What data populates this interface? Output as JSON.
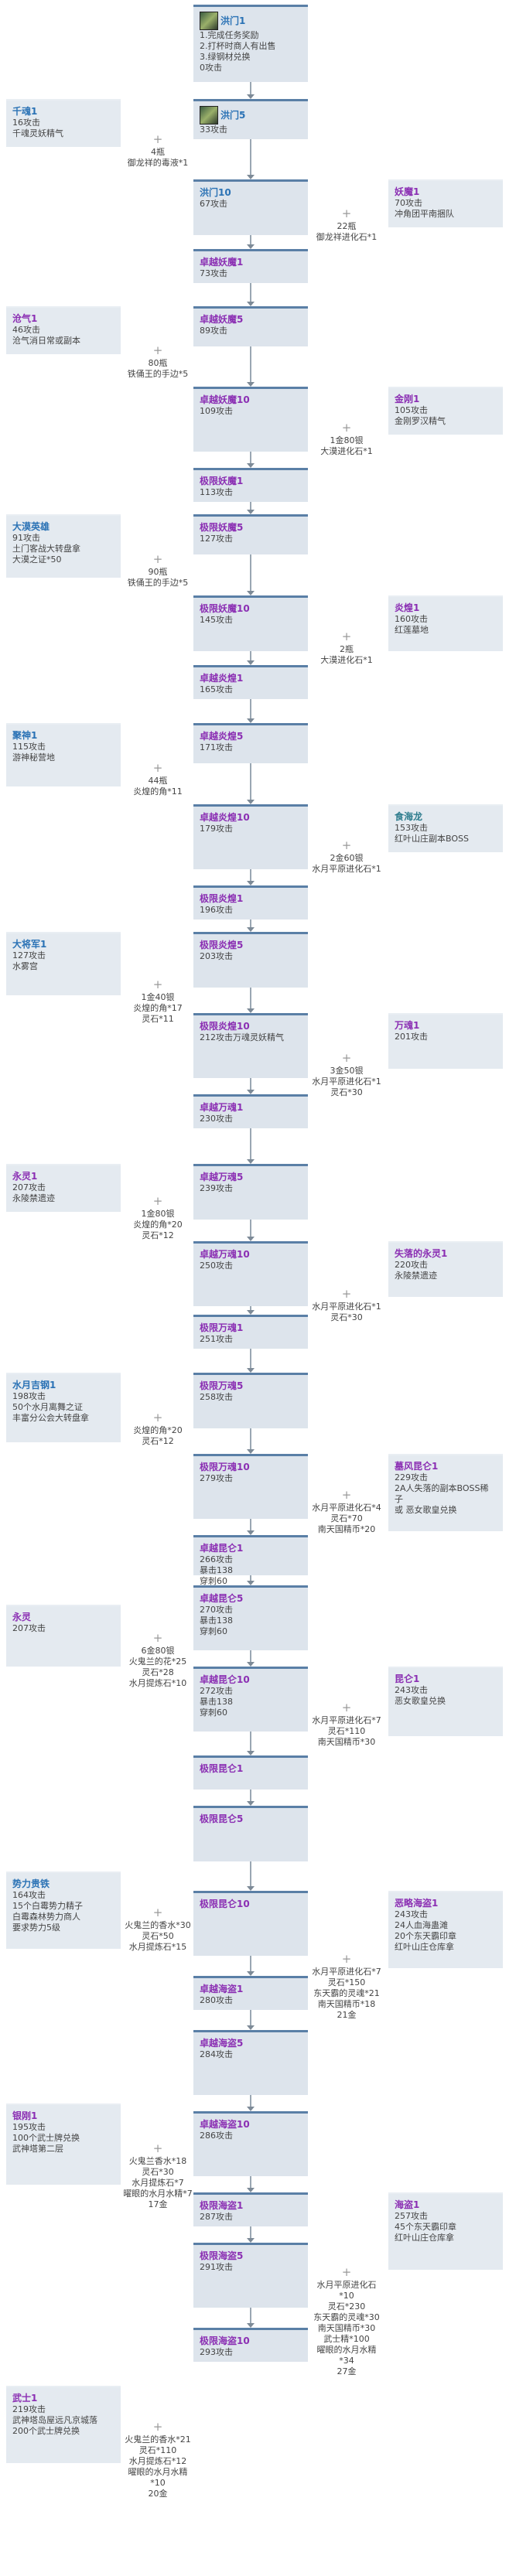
{
  "main": [
    {
      "title": "洪门1",
      "lines": [
        "1.完成任务奖励",
        "2.打杯时商人有出售",
        "3.绿钢材兑换",
        "0攻击"
      ],
      "icon": "weapon-icon",
      "color": "#2a72b5"
    },
    {
      "title": "洪门5",
      "lines": [
        "33攻击"
      ],
      "icon": "weapon-icon",
      "color": "#2a72b5"
    },
    {
      "title": "洪门10",
      "lines": [
        "67攻击"
      ],
      "color": "#2a72b5"
    },
    {
      "title": "卓越妖魔1",
      "lines": [
        "73攻击"
      ],
      "color": "#8b2fb3"
    },
    {
      "title": "卓越妖魔5",
      "lines": [
        "89攻击"
      ],
      "color": "#8b2fb3"
    },
    {
      "title": "卓越妖魔10",
      "lines": [
        "109攻击"
      ],
      "color": "#8b2fb3"
    },
    {
      "title": "极限妖魔1",
      "lines": [
        "113攻击"
      ],
      "color": "#8b2fb3"
    },
    {
      "title": "极限妖魔5",
      "lines": [
        "127攻击"
      ],
      "color": "#8b2fb3"
    },
    {
      "title": "极限妖魔10",
      "lines": [
        "145攻击"
      ],
      "color": "#8b2fb3"
    },
    {
      "title": "卓越炎煌1",
      "lines": [
        "165攻击"
      ],
      "color": "#8b2fb3"
    },
    {
      "title": "卓越炎煌5",
      "lines": [
        "171攻击"
      ],
      "color": "#8b2fb3"
    },
    {
      "title": "卓越炎煌10",
      "lines": [
        "179攻击"
      ],
      "color": "#8b2fb3"
    },
    {
      "title": "极限炎煌1",
      "lines": [
        "196攻击"
      ],
      "color": "#8b2fb3"
    },
    {
      "title": "极限炎煌5",
      "lines": [
        "203攻击"
      ],
      "color": "#8b2fb3"
    },
    {
      "title": "极限炎煌10",
      "lines": [
        "212攻击万魂灵妖精气"
      ],
      "color": "#8b2fb3"
    },
    {
      "title": "卓越万魂1",
      "lines": [
        "230攻击"
      ],
      "color": "#8b2fb3"
    },
    {
      "title": "卓越万魂5",
      "lines": [
        "239攻击"
      ],
      "color": "#8b2fb3"
    },
    {
      "title": "卓越万魂10",
      "lines": [
        "250攻击"
      ],
      "color": "#8b2fb3"
    },
    {
      "title": "极限万魂1",
      "lines": [
        "251攻击"
      ],
      "color": "#8b2fb3"
    },
    {
      "title": "极限万魂5",
      "lines": [
        "258攻击"
      ],
      "color": "#8b2fb3"
    },
    {
      "title": "极限万魂10",
      "lines": [
        "279攻击"
      ],
      "color": "#8b2fb3"
    },
    {
      "title": "卓越昆仑1",
      "lines": [
        "266攻击",
        "暴击138",
        "穿刺60"
      ],
      "color": "#8b2fb3"
    },
    {
      "title": "卓越昆仑5",
      "lines": [
        "270攻击",
        "暴击138",
        "穿刺60"
      ],
      "color": "#8b2fb3"
    },
    {
      "title": "卓越昆仑10",
      "lines": [
        "272攻击",
        "暴击138",
        "穿刺60"
      ],
      "color": "#8b2fb3"
    },
    {
      "title": "极限昆仑1",
      "lines": [],
      "color": "#8b2fb3"
    },
    {
      "title": "极限昆仑5",
      "lines": [],
      "color": "#8b2fb3"
    },
    {
      "title": "极限昆仑10",
      "lines": [],
      "color": "#8b2fb3"
    },
    {
      "title": "卓越海盗1",
      "lines": [
        "280攻击"
      ],
      "color": "#8b2fb3"
    },
    {
      "title": "卓越海盗5",
      "lines": [
        "284攻击"
      ],
      "color": "#8b2fb3"
    },
    {
      "title": "卓越海盗10",
      "lines": [
        "286攻击"
      ],
      "color": "#8b2fb3"
    },
    {
      "title": "极限海盗1",
      "lines": [
        "287攻击"
      ],
      "color": "#8b2fb3"
    },
    {
      "title": "极限海盗5",
      "lines": [
        "291攻击"
      ],
      "color": "#8b2fb3"
    },
    {
      "title": "极限海盗10",
      "lines": [
        "293攻击"
      ],
      "color": "#8b2fb3"
    }
  ],
  "side_left": [
    {
      "title": "千魂1",
      "lines": [
        "16攻击",
        "千魂灵妖精气"
      ],
      "color": "#2a72b5"
    },
    {
      "title": "沧气1",
      "lines": [
        "46攻击",
        "沧气消日常或副本"
      ],
      "color": "#8b2fb3"
    },
    {
      "title": "大漠英雄",
      "lines": [
        "91攻击",
        "土门客战大转盘拿",
        "大漠之证*50"
      ],
      "color": "#2a72b5"
    },
    {
      "title": "聚神1",
      "lines": [
        "115攻击",
        "游神秘营地"
      ],
      "color": "#2a72b5"
    },
    {
      "title": "大将军1",
      "lines": [
        "127攻击",
        "水雾宫"
      ],
      "color": "#2a72b5"
    },
    {
      "title": "永灵1",
      "lines": [
        "207攻击",
        "永陵禁遗迹"
      ],
      "color": "#8b2fb3"
    },
    {
      "title": "水月吉钢1",
      "lines": [
        "198攻击",
        "50个水月离舞之证",
        "丰富分公会大转盘拿"
      ],
      "color": "#2a72b5"
    },
    {
      "title": "永灵",
      "lines": [
        "207攻击"
      ],
      "color": "#8b2fb3"
    },
    {
      "title": "势力贵铁",
      "lines": [
        "164攻击",
        "15个白霉势力精子",
        "白霉森林势力商人",
        "要求势力5级"
      ],
      "color": "#2a72b5"
    },
    {
      "title": "银刚1",
      "lines": [
        "195攻击",
        "100个武士牌兑换",
        "武神塔第二层"
      ],
      "color": "#8b2fb3"
    },
    {
      "title": "武士1",
      "lines": [
        "219攻击",
        "武神塔岛屋远凡京城落",
        "200个武士牌兑换"
      ],
      "color": "#8b2fb3"
    }
  ],
  "side_right": [
    {
      "title": "妖魔1",
      "lines": [
        "70攻击",
        "冲角团平南捆队"
      ],
      "color": "#8b2fb3"
    },
    {
      "title": "金刚1",
      "lines": [
        "105攻击",
        "金刚罗汉精气"
      ],
      "color": "#8b2fb3"
    },
    {
      "title": "炎煌1",
      "lines": [
        "160攻击",
        "红莲墓地"
      ],
      "color": "#8b2fb3"
    },
    {
      "title": "食海龙",
      "lines": [
        "153攻击",
        "红叶山庄副本BOSS"
      ],
      "color": "#2f7d8e"
    },
    {
      "title": "万魂1",
      "lines": [
        "201攻击"
      ],
      "color": "#8b2fb3"
    },
    {
      "title": "失落的永灵1",
      "lines": [
        "220攻击",
        "永陵禁遗迹"
      ],
      "color": "#8b2fb3"
    },
    {
      "title": "墓风昆仑1",
      "lines": [
        "229攻击",
        "2A人失落的副本BOSS稀子",
        "或 恶女歌皇兑换"
      ],
      "color": "#8b2fb3"
    },
    {
      "title": "昆仑1",
      "lines": [
        "243攻击",
        "恶女歌皇兑换"
      ],
      "color": "#8b2fb3"
    },
    {
      "title": "恶略海盗1",
      "lines": [
        "243攻击",
        "24人血海蛊滩",
        "20个东天霸印章",
        "红叶山庄仓库拿"
      ],
      "color": "#8b2fb3"
    },
    {
      "title": "海盗1",
      "lines": [
        "257攻击",
        "45个东天霸印章",
        "红叶山庄仓库拿"
      ],
      "color": "#8b2fb3"
    }
  ],
  "costs_left": [
    {
      "lines": [
        "4瓶",
        "御龙祥的毒液*1"
      ]
    },
    {
      "lines": [
        "80瓶",
        "铁俑王的手边*5"
      ]
    },
    {
      "lines": [
        "90瓶",
        "铁俑王的手边*5"
      ]
    },
    {
      "lines": [
        "44瓶",
        "炎煌的角*11"
      ]
    },
    {
      "lines": [
        "1金40银",
        "炎煌的角*17",
        "灵石*11"
      ]
    },
    {
      "lines": [
        "1金80银",
        "炎煌的角*20",
        "灵石*12"
      ]
    },
    {
      "lines": [
        "炎煌的角*20",
        "灵石*12"
      ]
    },
    {
      "lines": [
        "6金80银",
        "火鬼兰的花*25",
        "灵石*28",
        "水月提炼石*10"
      ]
    },
    {
      "lines": [
        "火鬼兰的香水*30",
        "灵石*50",
        "水月提炼石*15"
      ]
    },
    {
      "lines": [
        "火鬼兰香水*18",
        "灵石*30",
        "水月提炼石*7",
        "曜眼的水月水精*7",
        "17金"
      ]
    },
    {
      "lines": [
        "火鬼兰的香水*21",
        "灵石*110",
        "水月提炼石*12",
        "曜眼的水月水精*10",
        "20金"
      ]
    }
  ],
  "costs_right": [
    {
      "lines": [
        "22瓶",
        "御龙祥进化石*1"
      ]
    },
    {
      "lines": [
        "1金80银",
        "大漠进化石*1"
      ]
    },
    {
      "lines": [
        "2瓶",
        "大漠进化石*1"
      ]
    },
    {
      "lines": [
        "2金60银",
        "水月平原进化石*1"
      ]
    },
    {
      "lines": [
        "3金50银",
        "水月平原进化石*1",
        "灵石*30"
      ]
    },
    {
      "lines": [
        "水月平原进化石*1",
        "灵石*30"
      ]
    },
    {
      "lines": [
        "水月平原进化石*4",
        "灵石*70",
        "南天国精币*20"
      ]
    },
    {
      "lines": [
        "水月平原进化石*7",
        "灵石*110",
        "南天国精币*30"
      ]
    },
    {
      "lines": [
        "水月平原进化石*7",
        "灵石*150",
        "东天霸的灵魂*21",
        "南天国精币*18",
        "21金"
      ]
    },
    {
      "lines": [
        "水月平原进化石*10",
        "灵石*230",
        "东天霸的灵魂*30",
        "南天国精币*30",
        "武士精*100",
        "曜眼的水月水精*34",
        "27金"
      ]
    }
  ]
}
